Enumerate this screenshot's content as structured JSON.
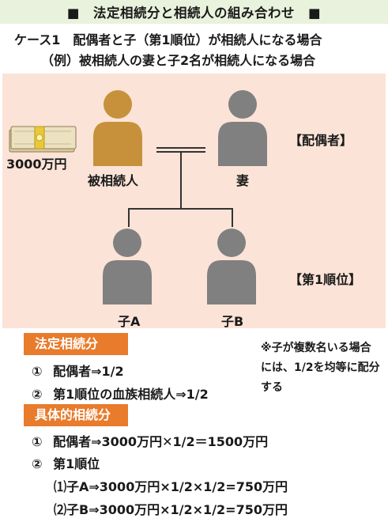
{
  "title": "■　法定相続分と相続人の組み合わせ　■",
  "case_line": "ケース1　配偶者と子（第1順位）が相続人になる場合",
  "example_line": "（例）被相続人の妻と子2名が相続人になる場合",
  "diagram": {
    "estate_amount": "3000万円",
    "decedent_label": "被相続人",
    "spouse_label": "妻",
    "spouse_role": "【配偶者】",
    "child_a_label": "子A",
    "child_b_label": "子B",
    "children_role": "【第1順位】"
  },
  "legal_share": {
    "header": "法定相続分",
    "items": [
      {
        "num": "①",
        "text": "配偶者⇒1/2"
      },
      {
        "num": "②",
        "text": "第1順位の血族相続人⇒1/2"
      }
    ]
  },
  "note": "※子が複数名いる場合には、1/2を均等に配分する",
  "specific_share": {
    "header": "具体的相続分",
    "item1_num": "①",
    "item1_text": "配偶者⇒3000万円✕1/2＝1500万円",
    "item2_num": "②",
    "item2_text": "第1順位",
    "sub1": "⑴子A⇒3000万円×1/2×1/2=750万円",
    "sub2": "⑵子B⇒3000万円×1/2×1/2=750万円"
  },
  "colors": {
    "decedent": "#c7913c",
    "heir": "#808080",
    "header_bg": "#e87b2c",
    "diagram_bg": "#fbe3d7",
    "title_bg": "#e8f2dc"
  }
}
